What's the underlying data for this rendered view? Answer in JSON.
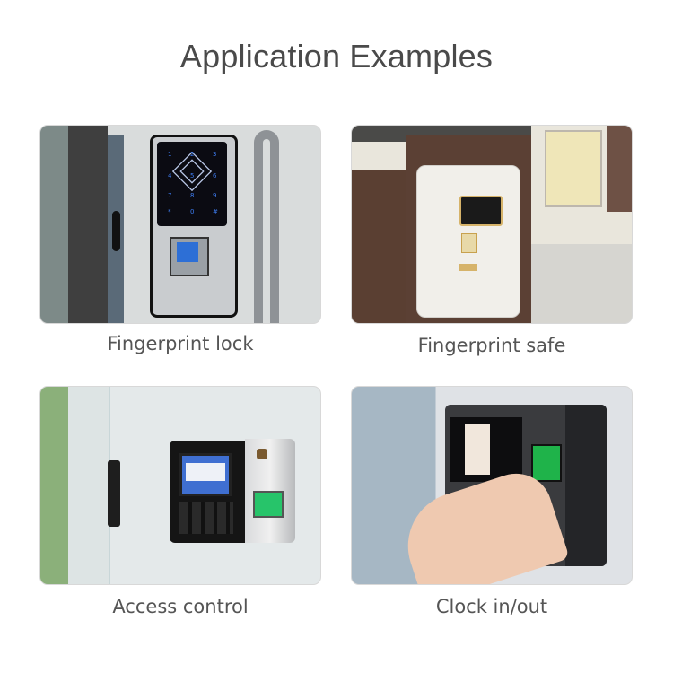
{
  "header": {
    "title": "Application Examples"
  },
  "examples": [
    {
      "caption": "Fingerprint lock",
      "image": "fingerprint-lock-on-glass-door"
    },
    {
      "caption": "Fingerprint safe",
      "image": "white-safe-with-fingerprint-keypad"
    },
    {
      "caption": "Access control",
      "image": "wall-mounted-access-terminal"
    },
    {
      "caption": "Clock in/out",
      "image": "time-attendance-terminal-finger-scan"
    }
  ],
  "colors": {
    "title_text": "#4a4a4a",
    "caption_text": "#555555",
    "background": "#ffffff",
    "scanner_blue": "#2d6fd6",
    "scanner_green": "#27c46a"
  }
}
